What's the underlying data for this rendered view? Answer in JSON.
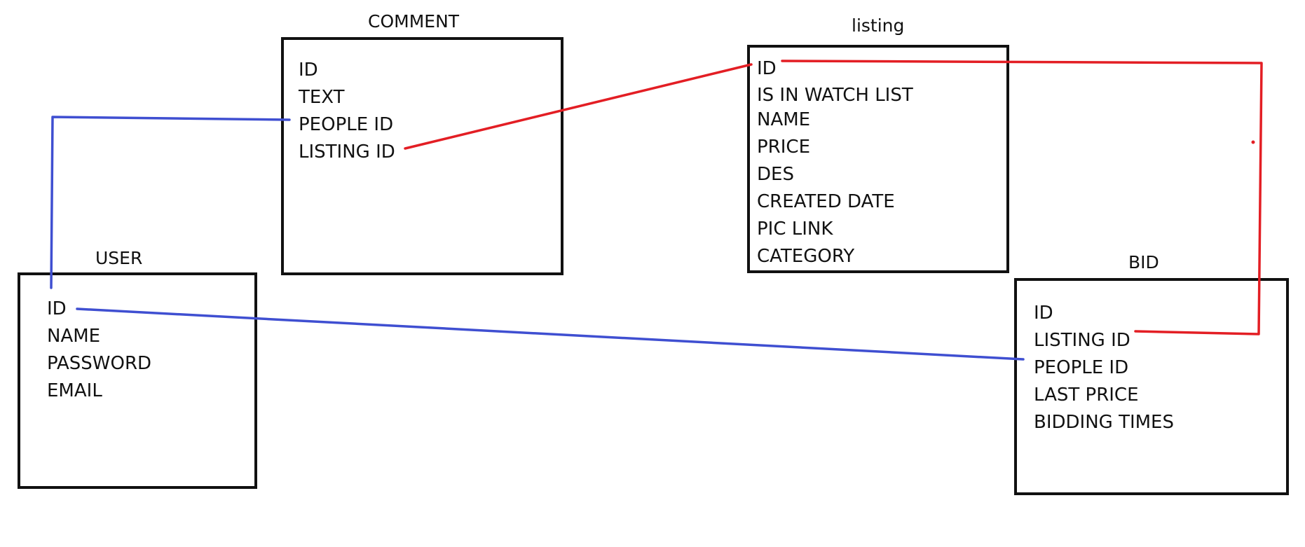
{
  "colors": {
    "box_border": "#111111",
    "link_blue": "#3f4fd1",
    "link_red": "#e31e24",
    "text": "#111111"
  },
  "entities": {
    "comment": {
      "title": "COMMENT",
      "fields": [
        "ID",
        "TEXT",
        "PEOPLE ID",
        "LISTING ID"
      ]
    },
    "listing": {
      "title": "listing",
      "fields": [
        "ID",
        "IS IN WATCH LIST",
        "NAME",
        "PRICE",
        "DES",
        "CREATED DATE",
        "PIC LINK",
        "CATEGORY"
      ]
    },
    "user": {
      "title": "USER",
      "fields": [
        "ID",
        "NAME",
        "PASSWORD",
        "EMAIL"
      ]
    },
    "bid": {
      "title": "BID",
      "fields": [
        "ID",
        "LISTING ID",
        "PEOPLE ID",
        "LAST PRICE",
        "BIDDING TIMES"
      ]
    }
  },
  "relationships": [
    {
      "from": "user.ID",
      "to": "comment.PEOPLE ID",
      "color": "#3f4fd1"
    },
    {
      "from": "user.ID",
      "to": "bid.PEOPLE ID",
      "color": "#3f4fd1"
    },
    {
      "from": "comment.LISTING ID",
      "to": "listing.ID",
      "color": "#e31e24"
    },
    {
      "from": "listing.ID",
      "to": "bid.LISTING ID",
      "color": "#e31e24"
    }
  ]
}
